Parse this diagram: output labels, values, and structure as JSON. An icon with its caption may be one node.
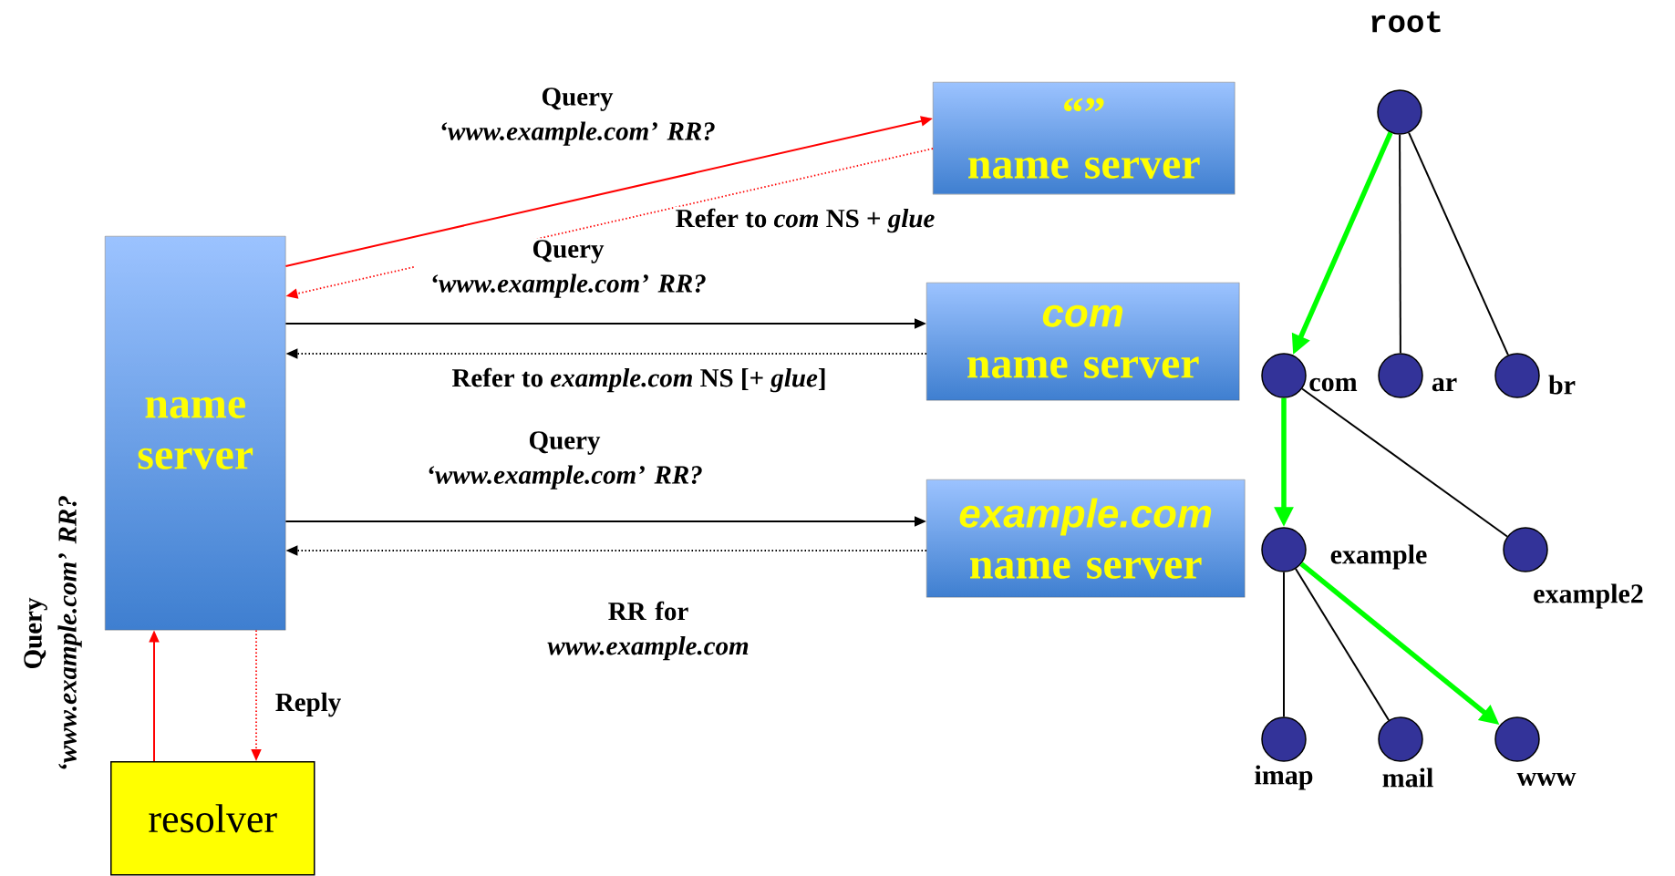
{
  "diagram": {
    "nodes": [
      {
        "text": [
          "name server"
        ]
      },
      {
        "text": [
          "“”",
          "name server"
        ]
      },
      {
        "text": [
          "com",
          "name server"
        ]
      },
      {
        "text": [
          "example.com",
          "name server"
        ]
      },
      {
        "text": [
          "resolver"
        ]
      },
      {
        "text": [],
        "shape": "circle",
        "beside": [
          "root"
        ]
      },
      {
        "text": [],
        "shape": "circle",
        "beside": [
          "com"
        ]
      },
      {
        "text": [],
        "shape": "circle",
        "beside": [
          "ar"
        ]
      },
      {
        "text": [],
        "shape": "circle",
        "beside": [
          "br"
        ]
      },
      {
        "text": [],
        "shape": "circle",
        "beside": [
          "example"
        ]
      },
      {
        "text": [],
        "shape": "circle",
        "beside": [
          "example2"
        ]
      },
      {
        "text": [],
        "shape": "circle",
        "beside": [
          "imap"
        ]
      },
      {
        "text": [],
        "shape": "circle",
        "beside": [
          "mail"
        ]
      },
      {
        "text": [],
        "shape": "circle",
        "beside": [
          "www"
        ]
      }
    ],
    "edges": [
      {
        "from": 0,
        "to": 1,
        "arrow": "to",
        "color": "#ff0000",
        "label": "Query *‘www.example.com’ RR?*"
      },
      {
        "from": 1,
        "to": 0,
        "arrow": "to",
        "color": "#ff0000",
        "style": "dashed",
        "label": "Refer to *com* NS + *glue*"
      },
      {
        "from": 0,
        "to": 2,
        "arrow": "to",
        "label": "Query *‘www.example.com’ RR?*"
      },
      {
        "from": 2,
        "to": 0,
        "arrow": "to",
        "style": "dashed",
        "label": "Refer to *example.com* NS [+ *glue*]"
      },
      {
        "from": 0,
        "to": 3,
        "arrow": "to",
        "label": "Query *‘www.example.com’ RR?*"
      },
      {
        "from": 3,
        "to": 0,
        "arrow": "to",
        "style": "dashed",
        "label": "RR for *www.example.com*"
      },
      {
        "from": 4,
        "to": 0,
        "arrow": "to",
        "color": "#ff0000",
        "label": "Query *‘www.example.com’ RR?*"
      },
      {
        "from": 0,
        "to": 4,
        "arrow": "to",
        "color": "#ff0000",
        "style": "dashed",
        "label": "Reply"
      },
      {
        "from": 5,
        "to": 6,
        "arrow": "to",
        "color": "#00ff00",
        "style": "thick"
      },
      {
        "from": 5,
        "to": 7,
        "arrow": "none"
      },
      {
        "from": 5,
        "to": 8,
        "arrow": "none"
      },
      {
        "from": 6,
        "to": 9,
        "arrow": "to",
        "color": "#00ff00",
        "style": "thick"
      },
      {
        "from": 6,
        "to": 10,
        "arrow": "none"
      },
      {
        "from": 9,
        "to": 11,
        "arrow": "none"
      },
      {
        "from": 9,
        "to": 12,
        "arrow": "none"
      },
      {
        "from": 9,
        "to": 13,
        "arrow": "to",
        "color": "#00ff00",
        "style": "thick"
      }
    ]
  }
}
